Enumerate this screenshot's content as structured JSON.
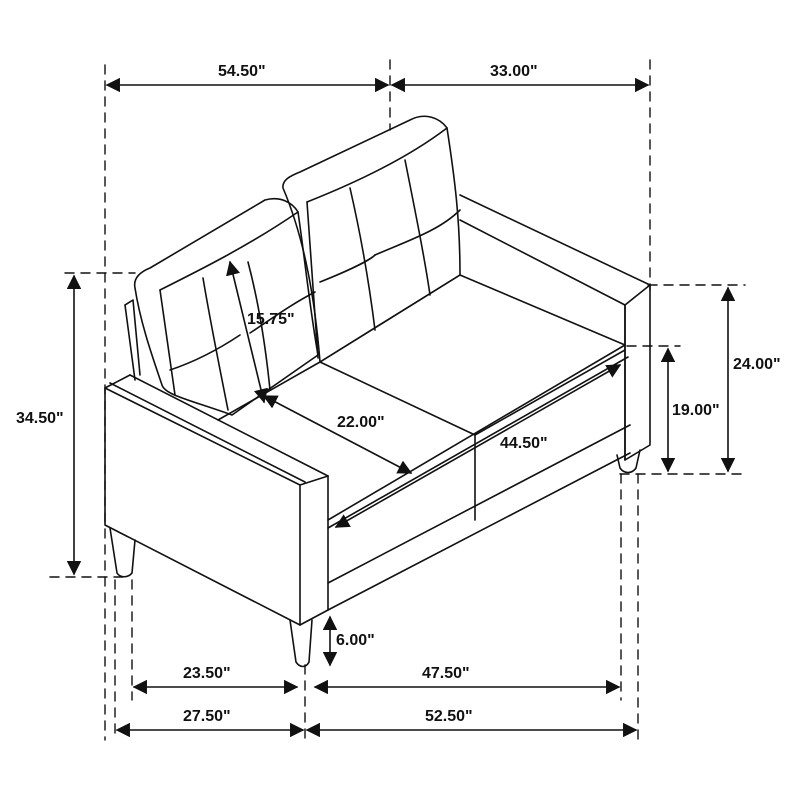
{
  "diagram": {
    "subject": "Loveseat dimension drawing",
    "line_color": "#111111",
    "background": "#ffffff",
    "dimensions": {
      "overall_width": "54.50\"",
      "overall_depth": "33.00\"",
      "overall_height": "34.50\"",
      "arm_height": "24.00\"",
      "seat_height": "19.00\"",
      "back_height": "15.75\"",
      "seat_depth": "22.00\"",
      "seat_width": "44.50\"",
      "leg_height": "6.00\"",
      "inner_leg_depth": "23.50\"",
      "inner_leg_width": "47.50\"",
      "outer_leg_depth": "27.50\"",
      "outer_leg_width": "52.50\""
    }
  }
}
